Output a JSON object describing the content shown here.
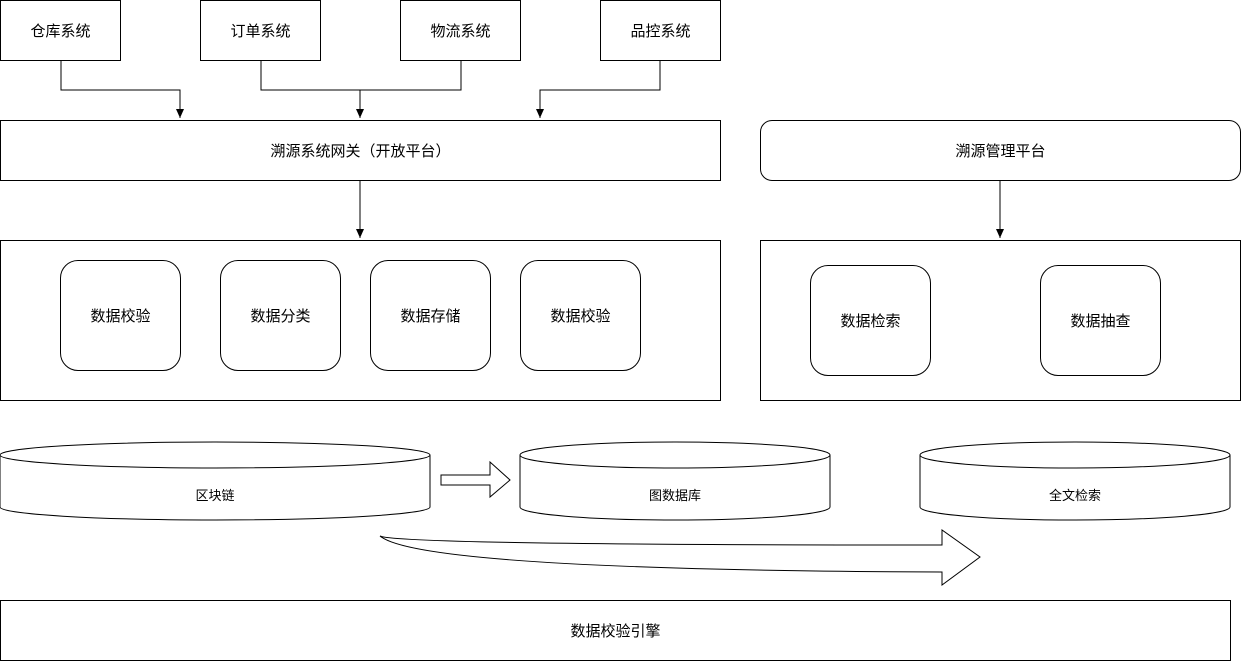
{
  "sources": {
    "warehouse": "仓库系统",
    "order": "订单系统",
    "logistics": "物流系统",
    "qc": "品控系统"
  },
  "gateway": "溯源系统网关（开放平台）",
  "management": "溯源管理平台",
  "gateway_modules": [
    "数据校验",
    "数据分类",
    "数据存储",
    "数据校验"
  ],
  "management_modules": [
    "数据检索",
    "数据抽查"
  ],
  "storage": {
    "blockchain": "区块链",
    "graph_db": "图数据库",
    "fulltext": "全文检索"
  },
  "engine": "数据校验引擎"
}
